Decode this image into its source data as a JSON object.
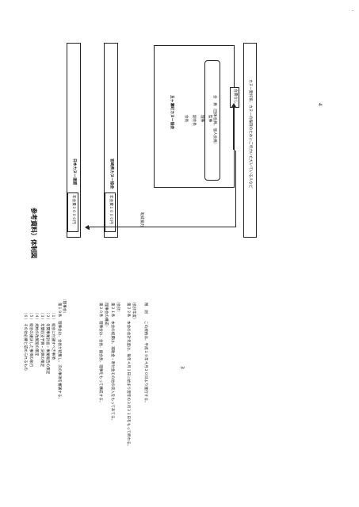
{
  "left_page": {
    "lines": [
      "（理事会）",
      "第１９条　理事会は、会長が招集し、次の事項を審議する。",
      "（１）　総会に付議すべき事項",
      "（２）　年間事業計画・事業報告の策定",
      "（３）　年間収支予算・決算の策定",
      "（４）　規約の改廃案の策定",
      "（５）　総会の議決した事項の執行",
      "（６）　その他必要と認められるもの",
      "（理事会の構成）",
      "第２０条　理事会は、会長、副会長、理事をもって構成する。",
      "（会計）",
      "第２１条　本会の経費は、補助金・寄付金その他の収入をもってあてる。",
      "（会計年度）",
      "第２２条　本会の会計年度は、毎年４月１日に始まり翌年の３月３１日をもって終わる。",
      "附　則　　この規約は、平成１９年４月２０日より施行する。"
    ]
  },
  "page_numbers": {
    "left": "3",
    "right": "4"
  },
  "diagram": {
    "title": "参考資料）体制図",
    "outer_org": "日本カヌー連盟",
    "outer_fee": "年会費３０００円",
    "mid_org": "宮崎県カヌー協会",
    "mid_fee": "年会費１０００円",
    "inner_org": "五ヶ瀬町カヌー協会",
    "roles": [
      "会長",
      "副会長",
      "理事",
      "監事"
    ],
    "members": "会　員（団体会員、個人会員）",
    "support_label": "助成協力",
    "support_return": "会費なし",
    "bottom_bar": "カヌー愛好家、カヌーの振興のためにご尽力いただいている人など"
  },
  "edge_mark": "-"
}
